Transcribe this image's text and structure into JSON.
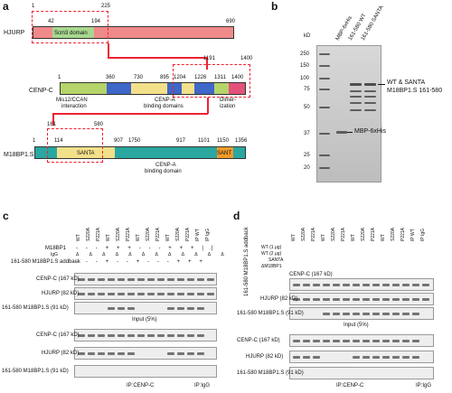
{
  "panels": {
    "a": {
      "letter": "a",
      "hjurp": {
        "label": "HJURP",
        "domain": "Scm3 domain",
        "pos_1": "1",
        "pos_225": "225",
        "pos_42": "42",
        "pos_194": "194",
        "pos_end": "690",
        "colors": {
          "main": "#f08a8a",
          "domain": "#a8d890"
        }
      },
      "cenpc": {
        "label": "CENP-C",
        "pos_1": "1",
        "pos_360": "360",
        "pos_730": "730",
        "pos_895": "895",
        "pos_1204": "1204",
        "pos_1226": "1226",
        "pos_1311": "1311",
        "pos_1400": "1400",
        "pos_1191": "1191",
        "pos_1400b": "1400",
        "label_mis12": "Mis12/CCAN",
        "label_interaction": "interaction",
        "label_cenpa1": "CENP-A",
        "label_cenpa2": "binding domains",
        "label_dimer1": "Dimer-",
        "label_dimer2": "ization",
        "colors": {
          "green": "#b5d46a",
          "blue": "#3f66c9",
          "yellow": "#f3e08a",
          "dimer": "#e2537a"
        }
      },
      "m18bp1": {
        "label": "M18BP1.S",
        "pos_1": "1",
        "pos_114": "114",
        "pos_907": "907",
        "pos_1750": "1750",
        "pos_917": "917",
        "pos_1101": "1101",
        "pos_1150": "1150",
        "pos_1356": "1356",
        "pos_161": "161",
        "pos_580": "580",
        "santa": "SANTA",
        "sant": "SANT",
        "label_cenpa": "CENP-A",
        "label_binding": "binding domain",
        "colors": {
          "teal": "#2aa7a0",
          "santa": "#f3e08a",
          "sant": "#f09a2a"
        }
      }
    },
    "b": {
      "letter": "b",
      "kd": "kD",
      "lane_labels": [
        "MBP-6xHis",
        "161-580 WT",
        "161-580 SANTA"
      ],
      "markers": [
        "250",
        "150",
        "100",
        "75",
        "50",
        "37",
        "25",
        "20"
      ],
      "annot_wt": "WT & SANTA",
      "annot_m18": "M18BP1.S 161-580",
      "annot_mbp": "MBP-6xHis"
    },
    "c": {
      "letter": "c",
      "col_headers": [
        "WT",
        "S220A",
        "P221A",
        "WT",
        "S220A",
        "P221A",
        "WT",
        "S220A",
        "P221A",
        "WT",
        "S220A",
        "P221A",
        "IP WT",
        "IP IgG"
      ],
      "row_m18": "M18BP1",
      "row_igg": "IgG",
      "row_addback": "161-580 M18BP1.S addback",
      "m18_marks": "- - - + + + - - - + + + | |",
      "igg_marks": "Δ Δ Δ Δ Δ Δ Δ Δ Δ Δ Δ Δ",
      "addback_marks": "- - - + - - + - - - + + +",
      "blot1": "CENP-C (167 kD)",
      "blot2": "HJURP (82 kD)",
      "blot3": "161-580 M18BP1.S (91 kD)",
      "input": "Input (5%)",
      "blot4": "CENP-C (167 kD)",
      "blot5": "HJURP (82 kD)",
      "blot6": "161-580 M18BP1.S (91 kD)",
      "ip": "IP:CENP-C",
      "ipigg": "IP:IgG"
    },
    "d": {
      "letter": "d",
      "side_label": "161-580 M18BP1.S addback",
      "col_headers": [
        "WT",
        "S220A",
        "P221A",
        "WT",
        "S220A",
        "P221A",
        "WT",
        "S220A",
        "P221A",
        "WT",
        "S220A",
        "P221A",
        "IP WT",
        "IP IgG"
      ],
      "row_wt1": "WT (1 μg)",
      "row_wt12": "WT (2 μg)",
      "row_santa": "SANTA",
      "row_dm18": "ΔM18BP1",
      "blot1": "CENP-C (167 kD)",
      "blot2": "HJURP (82 kD)",
      "blot3": "161-580 M18BP1.S (91 kD)",
      "input": "Input (5%)",
      "blot4": "CENP-C (167 kD)",
      "blot5": "HJURP (82 kD)",
      "blot6": "161-580 M18BP1.S (91 kD)",
      "ip": "IP:CENP-C",
      "ipigg": "IP:IgG"
    }
  }
}
